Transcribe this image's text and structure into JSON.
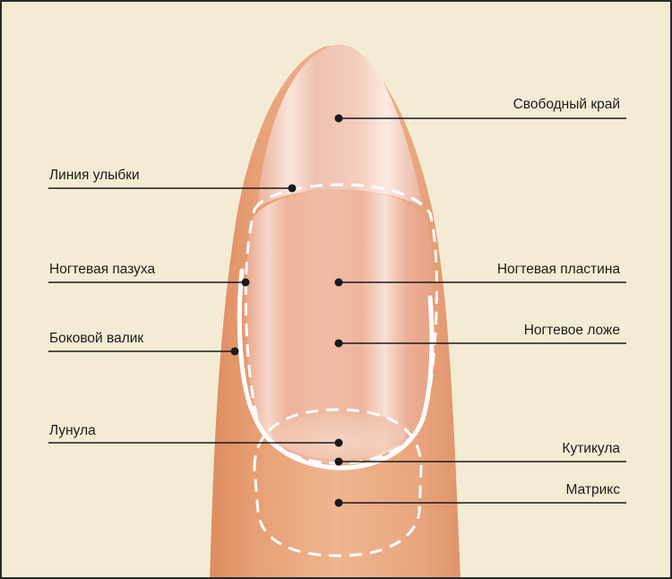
{
  "diagram": {
    "colors": {
      "background": "#f3ebd4",
      "skin": "#e8a67d",
      "nail_plate": "#efb9a2",
      "outline": "#ffffff",
      "leader_line": "#1a1a1a"
    },
    "labels": {
      "free_edge": "Свободный край",
      "smile_line": "Линия улыбки",
      "nail_sinus": "Ногтевая пазуха",
      "nail_plate": "Ногтевая пластина",
      "nail_bed": "Ногтевое ложе",
      "lateral_fold": "Боковой валик",
      "lunula": "Лунула",
      "cuticle": "Кутикула",
      "matrix": "Матрикс"
    }
  }
}
